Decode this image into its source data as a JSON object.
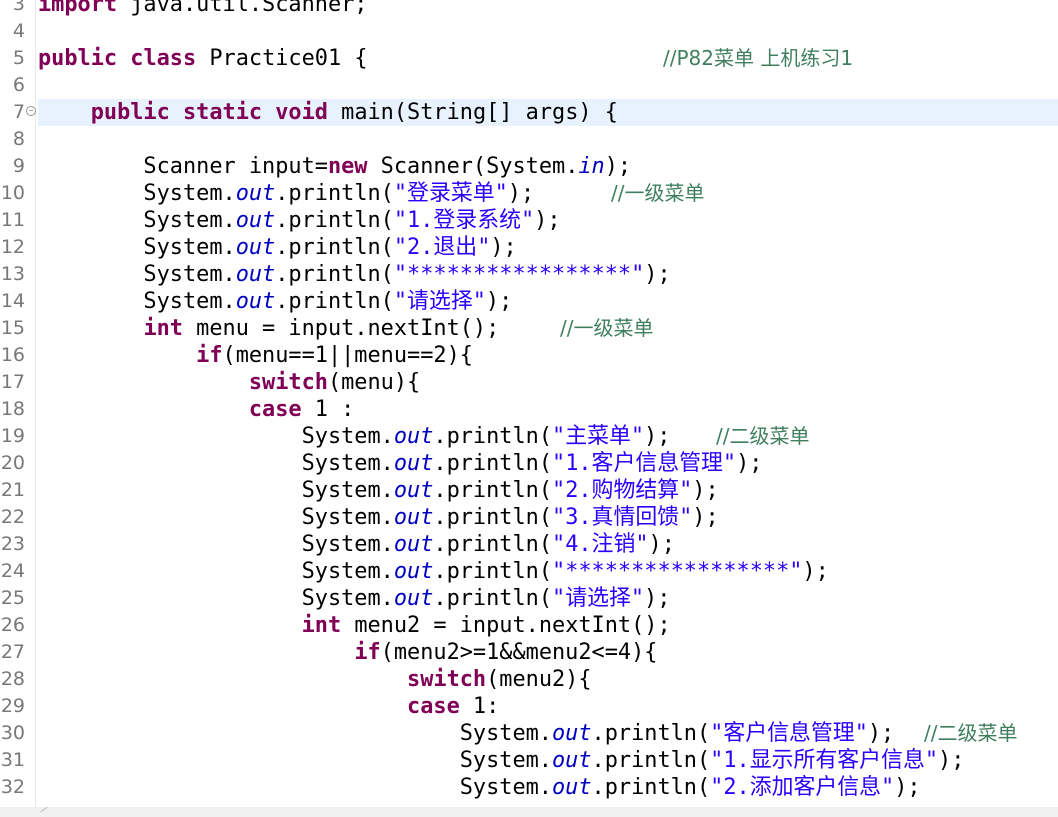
{
  "editor": {
    "current_line": 7,
    "folded_marker_line": 7,
    "lines": [
      {
        "n": "3",
        "t": [
          [
            "kw",
            "import"
          ],
          [
            "p",
            " java.util.Scanner;"
          ]
        ]
      },
      {
        "n": "4",
        "t": []
      },
      {
        "n": "5",
        "t": [
          [
            "kw",
            "public"
          ],
          [
            "p",
            " "
          ],
          [
            "kw",
            "class"
          ],
          [
            "p",
            " Practice01 {"
          ]
        ],
        "c": "//P82菜单 上机练习1"
      },
      {
        "n": "6",
        "t": []
      },
      {
        "n": "7",
        "t": [
          [
            "p",
            "    "
          ],
          [
            "kw",
            "public"
          ],
          [
            "p",
            " "
          ],
          [
            "kw",
            "static"
          ],
          [
            "p",
            " "
          ],
          [
            "kw",
            "void"
          ],
          [
            "p",
            " main(String[] args) {"
          ]
        ]
      },
      {
        "n": "8",
        "t": []
      },
      {
        "n": "9",
        "t": [
          [
            "p",
            "        Scanner input="
          ],
          [
            "kw",
            "new"
          ],
          [
            "p",
            " Scanner(System."
          ],
          [
            "fld",
            "in"
          ],
          [
            "p",
            ");"
          ]
        ]
      },
      {
        "n": "10",
        "t": [
          [
            "p",
            "        System."
          ],
          [
            "fld",
            "out"
          ],
          [
            "p",
            ".println("
          ],
          [
            "str",
            "\"登录菜单\""
          ],
          [
            "p",
            ");"
          ]
        ],
        "c": "//一级菜单"
      },
      {
        "n": "11",
        "t": [
          [
            "p",
            "        System."
          ],
          [
            "fld",
            "out"
          ],
          [
            "p",
            ".println("
          ],
          [
            "str",
            "\"1.登录系统\""
          ],
          [
            "p",
            ");"
          ]
        ]
      },
      {
        "n": "12",
        "t": [
          [
            "p",
            "        System."
          ],
          [
            "fld",
            "out"
          ],
          [
            "p",
            ".println("
          ],
          [
            "str",
            "\"2.退出\""
          ],
          [
            "p",
            ");"
          ]
        ]
      },
      {
        "n": "13",
        "t": [
          [
            "p",
            "        System."
          ],
          [
            "fld",
            "out"
          ],
          [
            "p",
            ".println("
          ],
          [
            "str",
            "\"*****************\""
          ],
          [
            "p",
            ");"
          ]
        ]
      },
      {
        "n": "14",
        "t": [
          [
            "p",
            "        System."
          ],
          [
            "fld",
            "out"
          ],
          [
            "p",
            ".println("
          ],
          [
            "str",
            "\"请选择\""
          ],
          [
            "p",
            ");"
          ]
        ]
      },
      {
        "n": "15",
        "t": [
          [
            "p",
            "        "
          ],
          [
            "kw",
            "int"
          ],
          [
            "p",
            " menu = input.nextInt();"
          ]
        ],
        "c": "//一级菜单"
      },
      {
        "n": "16",
        "t": [
          [
            "p",
            "            "
          ],
          [
            "kw",
            "if"
          ],
          [
            "p",
            "(menu==1||menu==2){"
          ]
        ]
      },
      {
        "n": "17",
        "t": [
          [
            "p",
            "                "
          ],
          [
            "kw",
            "switch"
          ],
          [
            "p",
            "(menu){"
          ]
        ]
      },
      {
        "n": "18",
        "t": [
          [
            "p",
            "                "
          ],
          [
            "kw",
            "case"
          ],
          [
            "p",
            " 1 :"
          ]
        ]
      },
      {
        "n": "19",
        "t": [
          [
            "p",
            "                    System."
          ],
          [
            "fld",
            "out"
          ],
          [
            "p",
            ".println("
          ],
          [
            "str",
            "\"主菜单\""
          ],
          [
            "p",
            ");"
          ]
        ],
        "c": "//二级菜单"
      },
      {
        "n": "20",
        "t": [
          [
            "p",
            "                    System."
          ],
          [
            "fld",
            "out"
          ],
          [
            "p",
            ".println("
          ],
          [
            "str",
            "\"1.客户信息管理\""
          ],
          [
            "p",
            ");"
          ]
        ]
      },
      {
        "n": "21",
        "t": [
          [
            "p",
            "                    System."
          ],
          [
            "fld",
            "out"
          ],
          [
            "p",
            ".println("
          ],
          [
            "str",
            "\"2.购物结算\""
          ],
          [
            "p",
            ");"
          ]
        ]
      },
      {
        "n": "22",
        "t": [
          [
            "p",
            "                    System."
          ],
          [
            "fld",
            "out"
          ],
          [
            "p",
            ".println("
          ],
          [
            "str",
            "\"3.真情回馈\""
          ],
          [
            "p",
            ");"
          ]
        ]
      },
      {
        "n": "23",
        "t": [
          [
            "p",
            "                    System."
          ],
          [
            "fld",
            "out"
          ],
          [
            "p",
            ".println("
          ],
          [
            "str",
            "\"4.注销\""
          ],
          [
            "p",
            ");"
          ]
        ]
      },
      {
        "n": "24",
        "t": [
          [
            "p",
            "                    System."
          ],
          [
            "fld",
            "out"
          ],
          [
            "p",
            ".println("
          ],
          [
            "str",
            "\"*****************\""
          ],
          [
            "p",
            ");"
          ]
        ]
      },
      {
        "n": "25",
        "t": [
          [
            "p",
            "                    System."
          ],
          [
            "fld",
            "out"
          ],
          [
            "p",
            ".println("
          ],
          [
            "str",
            "\"请选择\""
          ],
          [
            "p",
            ");"
          ]
        ]
      },
      {
        "n": "26",
        "t": [
          [
            "p",
            "                    "
          ],
          [
            "kw",
            "int"
          ],
          [
            "p",
            " menu2 = input.nextInt();"
          ]
        ]
      },
      {
        "n": "27",
        "t": [
          [
            "p",
            "                        "
          ],
          [
            "kw",
            "if"
          ],
          [
            "p",
            "(menu2>=1&&menu2<=4){"
          ]
        ]
      },
      {
        "n": "28",
        "t": [
          [
            "p",
            "                            "
          ],
          [
            "kw",
            "switch"
          ],
          [
            "p",
            "(menu2){"
          ]
        ]
      },
      {
        "n": "29",
        "t": [
          [
            "p",
            "                            "
          ],
          [
            "kw",
            "case"
          ],
          [
            "p",
            " 1:"
          ]
        ]
      },
      {
        "n": "30",
        "t": [
          [
            "p",
            "                                System."
          ],
          [
            "fld",
            "out"
          ],
          [
            "p",
            ".println("
          ],
          [
            "str",
            "\"客户信息管理\""
          ],
          [
            "p",
            ");"
          ]
        ],
        "c": "//二级菜单"
      },
      {
        "n": "31",
        "t": [
          [
            "p",
            "                                System."
          ],
          [
            "fld",
            "out"
          ],
          [
            "p",
            ".println("
          ],
          [
            "str",
            "\"1.显示所有客户信息\""
          ],
          [
            "p",
            ");"
          ]
        ]
      },
      {
        "n": "32",
        "t": [
          [
            "p",
            "                                System."
          ],
          [
            "fld",
            "out"
          ],
          [
            "p",
            ".println("
          ],
          [
            "str",
            "\"2.添加客户信息\""
          ],
          [
            "p",
            ");"
          ]
        ]
      }
    ]
  },
  "colors": {
    "keyword": "#7f0055",
    "string": "#2a00ff",
    "field": "#0000c0",
    "comment": "#3f7f5f",
    "current_line": "#e8f2fe"
  }
}
